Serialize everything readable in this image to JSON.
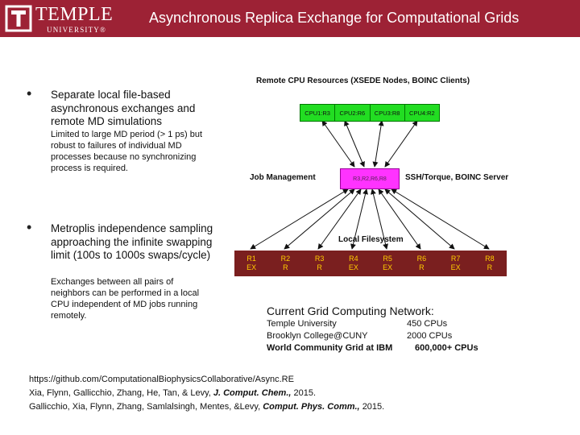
{
  "header": {
    "logo_text": "TEMPLE",
    "logo_subtext": "UNIVERSITY®",
    "title": "Asynchronous Replica Exchange for Computational Grids"
  },
  "bullets": [
    {
      "text": "Separate local file-based asynchronous exchanges and remote MD simulations",
      "subtext": "Limited to large MD period (> 1 ps) but robust to failures of individual MD processes because no synchronizing process is required."
    },
    {
      "text": "Metroplis independence sampling approaching the infinite swapping limit (100s to 1000s swaps/cycle)",
      "subtext": "Exchanges between all pairs of neighbors can be performed in a local CPU independent of MD jobs running remotely."
    }
  ],
  "diagram": {
    "remote_label": "Remote CPU Resources (XSEDE Nodes, BOINC Clients)",
    "cpu_cells": [
      "CPU1:R3",
      "CPU2:R6",
      "CPU3:R8",
      "CPU4:R2"
    ],
    "job_management": "Job Management",
    "mid_box": "R3,R2,R6,R8",
    "server_label": "SSH/Torque, BOINC Server",
    "filesystem_label": "Local Filesystem",
    "fs_cells": [
      {
        "top": "R1",
        "bottom": "EX"
      },
      {
        "top": "R2",
        "bottom": "R"
      },
      {
        "top": "R3",
        "bottom": "R"
      },
      {
        "top": "R4",
        "bottom": "EX"
      },
      {
        "top": "R5",
        "bottom": "EX"
      },
      {
        "top": "R6",
        "bottom": "R"
      },
      {
        "top": "R7",
        "bottom": "EX"
      },
      {
        "top": "R8",
        "bottom": "R"
      }
    ],
    "colors": {
      "cpu": "#22dd22",
      "mid": "#ff33ff",
      "filesystem": "#7a1f1f",
      "fs_text": "#ffcc00"
    }
  },
  "grid": {
    "title": "Current Grid Computing Network:",
    "rows": [
      {
        "name": "Temple University",
        "value": "450 CPUs"
      },
      {
        "name": "Brooklyn College@CUNY",
        "value": "2000 CPUs"
      },
      {
        "name": "World Community Grid  at IBM",
        "value": "600,000+ CPUs"
      }
    ]
  },
  "references": {
    "url": "https://github.com/ComputationalBiophysicsCollaborative/Async.RE",
    "ref1_authors": "Xia, Flynn, Gallicchio, Zhang, He, Tan, & Levy,",
    "ref1_journal": "J. Comput. Chem.,",
    "ref1_year": "2015.",
    "ref2_authors": "Gallicchio, Xia,  Flynn, Zhang, Samlalsingh, Mentes, &Levy,",
    "ref2_journal": "Comput. Phys. Comm.,",
    "ref2_year": "2015."
  }
}
